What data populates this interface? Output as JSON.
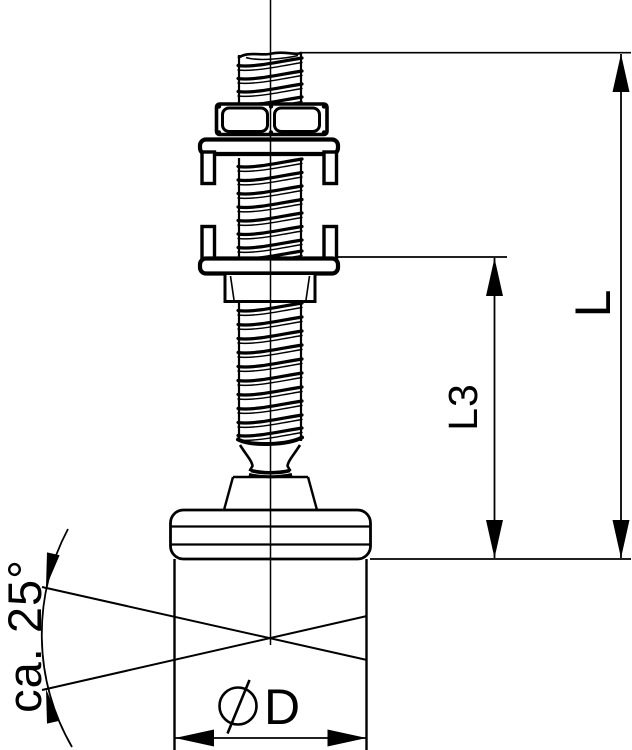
{
  "drawing": {
    "labels": {
      "overall_length": "L",
      "thread_length": "L3",
      "diameter_letter": "D",
      "diameter_symbol": "⌀",
      "swivel_angle": "ca. 25°"
    },
    "colors": {
      "ink": "#000000",
      "background": "#ffffff"
    }
  }
}
